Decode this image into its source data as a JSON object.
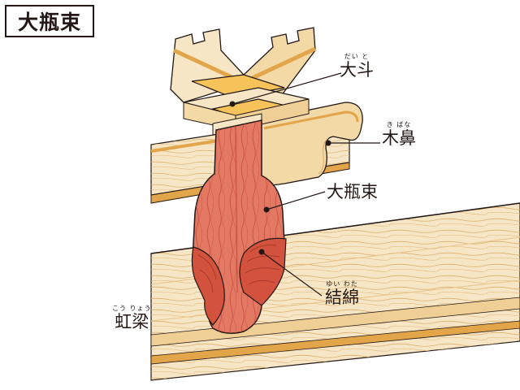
{
  "title": "大瓶束",
  "colors": {
    "wood_light": "#f6e6c5",
    "wood_mid": "#efcf95",
    "wood_dark": "#e2a54a",
    "outline": "#231815",
    "tsuka_fill": "#e47963",
    "tsuka_dark": "#d2523d",
    "highlight": "#f5c35a"
  },
  "labels": {
    "daito": {
      "main": "大斗",
      "ruby": "だい と"
    },
    "kibana": {
      "main": "木鼻",
      "ruby": "き ばな"
    },
    "oheizuka": {
      "main": "大瓶束",
      "ruby": ""
    },
    "yuiwata": {
      "main": "結綿",
      "ruby": "ゆい わた"
    },
    "kouryou": {
      "main": "虹梁",
      "ruby": "こう りょう"
    }
  }
}
